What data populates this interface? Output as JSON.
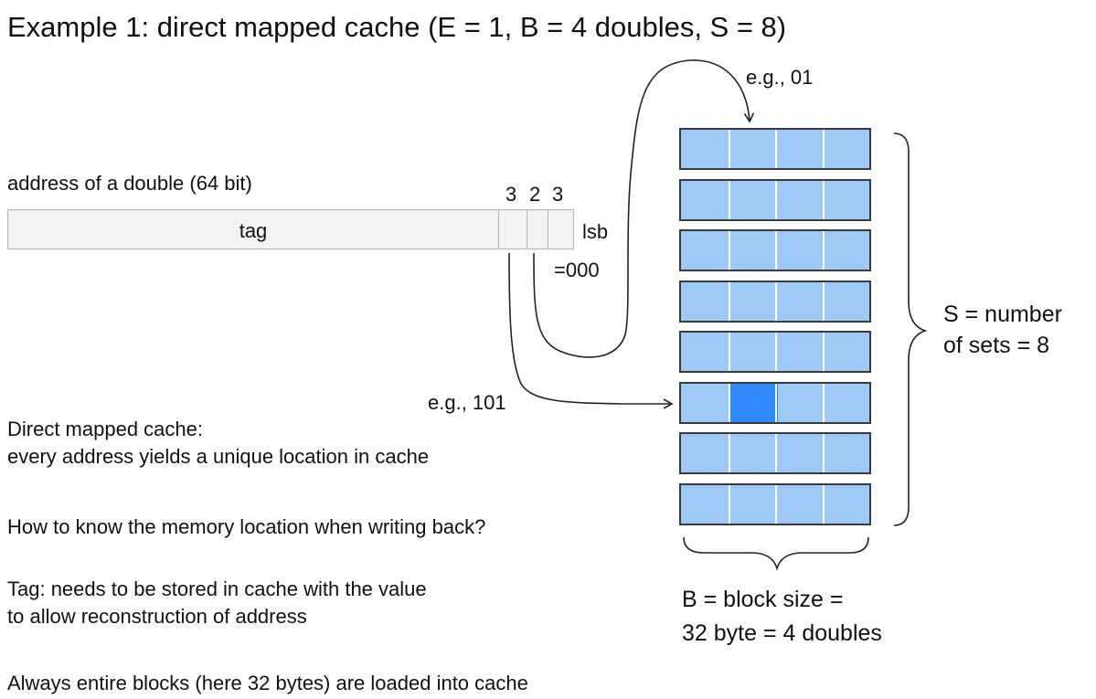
{
  "title": "Example 1: direct mapped cache (E = 1, B = 4 doubles, S = 8)",
  "address": {
    "label": "address of a double (64 bit)",
    "tag_label": "tag",
    "bit_widths": [
      "3",
      "2",
      "3"
    ],
    "lsb_label": "lsb",
    "lsb_value": "=000"
  },
  "annotations": {
    "block_example": "e.g., 01",
    "set_example": "e.g., 101"
  },
  "cache": {
    "sets": 8,
    "blocks_per_set": 4,
    "highlight": {
      "set_index": 5,
      "block_index": 1
    },
    "set_color": "#9ec9f7",
    "highlight_color": "#2f8aff",
    "sets_label_line1": "S = number",
    "sets_label_line2": "of sets = 8",
    "block_label_line1": "B = block size =",
    "block_label_line2": "32 byte = 4 doubles"
  },
  "text": {
    "p1_line1": "Direct mapped cache:",
    "p1_line2": "every address yields a unique location in cache",
    "p2": "How to know the memory location when writing back?",
    "p3_line1": "Tag: needs to be stored in cache with the value",
    "p3_line2": "to allow reconstruction of address",
    "p4": "Always entire blocks (here 32 bytes) are loaded into cache"
  }
}
